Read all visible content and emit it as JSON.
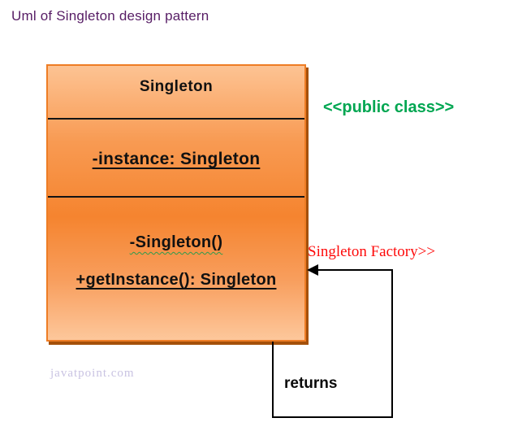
{
  "title": "Uml of Singleton design pattern",
  "class_box": {
    "name": "Singleton",
    "field": "-instance: Singleton",
    "methods": [
      "-Singleton()",
      "+getInstance(): Singleton"
    ]
  },
  "annotations": {
    "stereotype": "<<public class>>",
    "factory_label": "Singleton Factory>>",
    "return_label": "returns"
  },
  "watermark": "javatpoint.com",
  "colors": {
    "title_text": "#571d65",
    "stereotype_green": "#00a651",
    "factory_red": "#fe0b0b",
    "box_border_orange": "#ee7d25",
    "box_fill_light": "#fdc393",
    "box_fill_dark": "#f5842f",
    "box_shadow": "#a4500a",
    "arrow_black": "#000000",
    "watermark_lavender": "#c9c3e2"
  }
}
